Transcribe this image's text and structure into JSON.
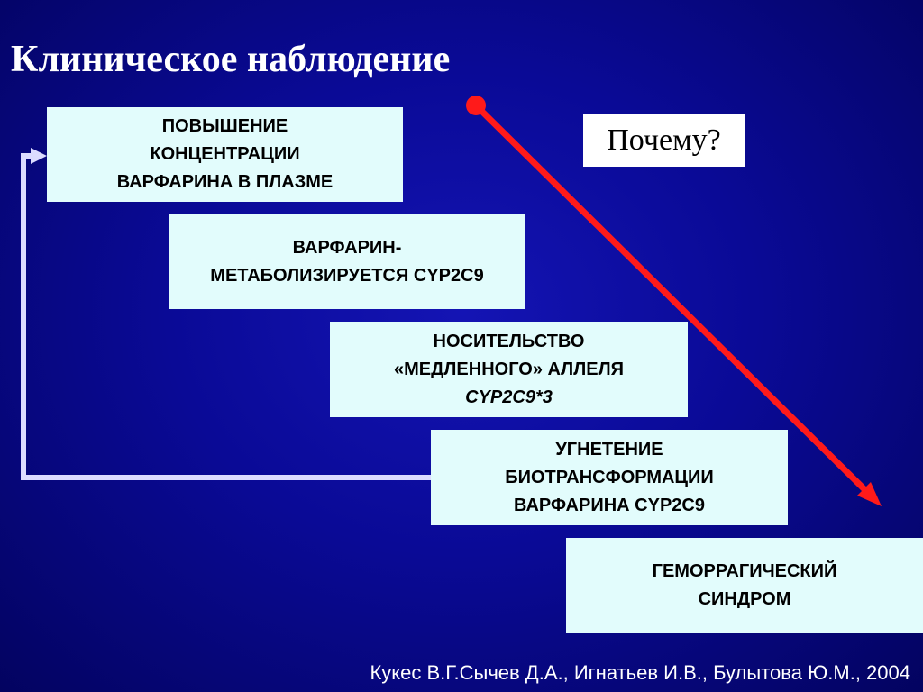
{
  "slide": {
    "title": "Клиническое наблюдение",
    "question": "Почему?",
    "credit": "Кукес В.Г.Сычев Д.А., Игнатьев И.В., Булытова Ю.М., 2004"
  },
  "boxes": [
    {
      "lines": [
        "ПОВЫШЕНИЕ",
        "КОНЦЕНТРАЦИИ",
        "ВАРФАРИНА В ПЛАЗМЕ"
      ]
    },
    {
      "lines": [
        "ВАРФАРИН-",
        "МЕТАБОЛИЗИРУЕТСЯ CYP2C9"
      ]
    },
    {
      "lines": [
        "НОСИТЕЛЬСТВО",
        "«МЕДЛЕННОГО» АЛЛЕЛЯ",
        "CYP2C9*3"
      ]
    },
    {
      "lines": [
        "УГНЕТЕНИЕ",
        "БИОТРАНСФОРМАЦИИ",
        "ВАРФАРИНА CYP2C9"
      ]
    },
    {
      "lines": [
        "ГЕМОРРАГИЧЕСКИЙ",
        "СИНДРОМ"
      ]
    }
  ],
  "colors": {
    "background": "#0a0a96",
    "box_fill": "#e2fcfc",
    "red_arrow": "#ff1a1a",
    "loop_arrow": "#dcdcff"
  }
}
